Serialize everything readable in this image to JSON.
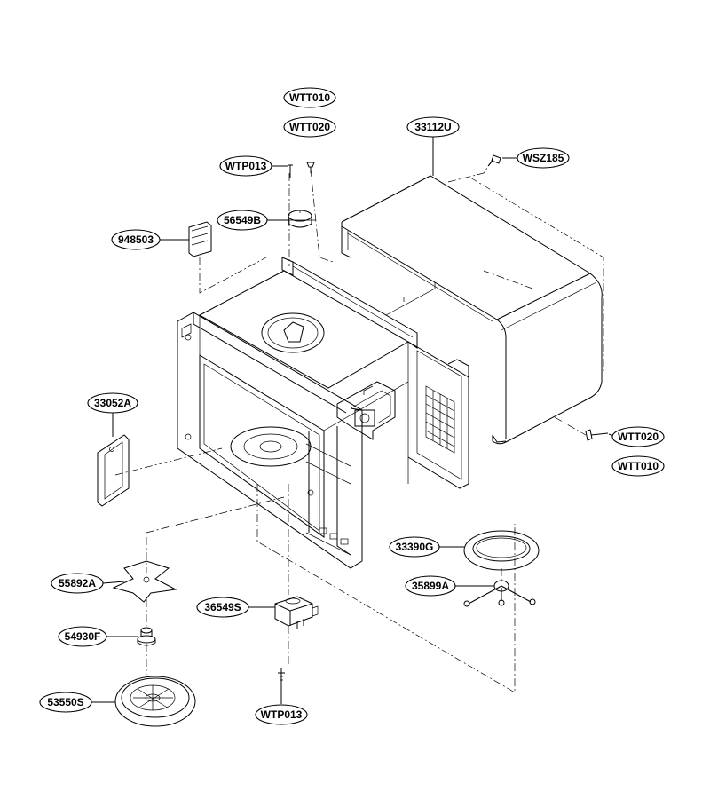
{
  "labels": {
    "wtt010_top": "WTT010",
    "wtt020_top": "WTT020",
    "wtp013_top": "WTP013",
    "p33112u": "33112U",
    "wsz185": "WSZ185",
    "p56549b": "56549B",
    "p948503": "948503",
    "p33052a": "33052A",
    "wtt020_right": "WTT020",
    "wtt010_right": "WTT010",
    "p33390g": "33390G",
    "p35899a": "35899A",
    "p55892a": "55892A",
    "p36549s": "36549S",
    "p54930f": "54930F",
    "p53550s": "53550S",
    "wtp013_bottom": "WTP013"
  }
}
